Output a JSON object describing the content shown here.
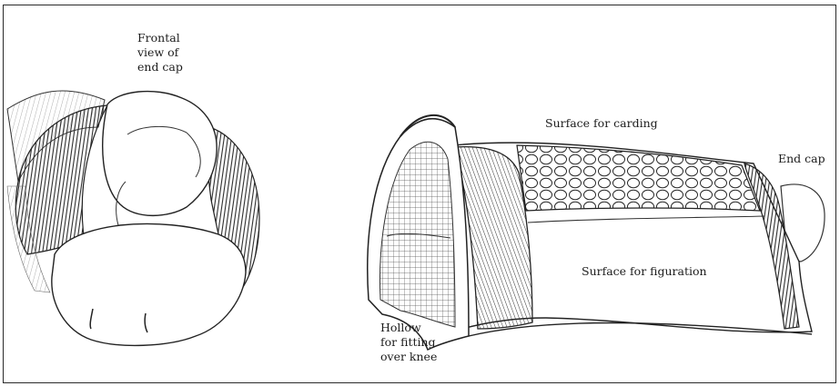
{
  "labels": {
    "frontal": [
      "Frontal",
      "view of",
      "end cap"
    ],
    "carding": "Surface for carding",
    "end_cap": "End cap",
    "figuration": "Surface for figuration",
    "hollow": [
      "Hollow",
      "for fitting",
      "over knee"
    ]
  },
  "colors": {
    "ink": "#1c1c1c",
    "shade": "#3a3a3a"
  }
}
